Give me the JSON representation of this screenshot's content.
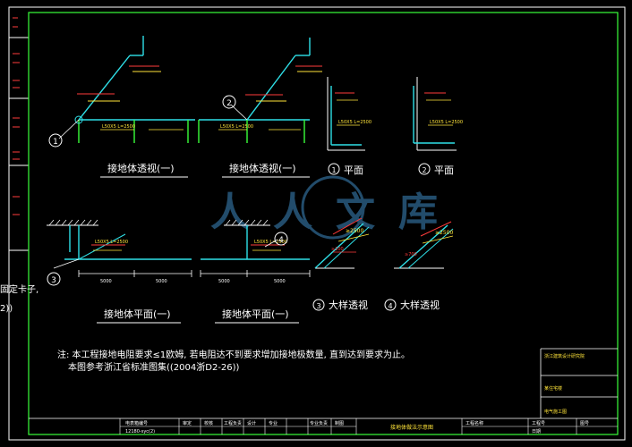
{
  "colors": {
    "background": "#000000",
    "frame": "#ffffff",
    "inner_frame": "#39ff3a",
    "pipe": "#2fe0e8",
    "dim": "#ff3b3b",
    "label": "#ffe43a",
    "watermark": "#2b5f86"
  },
  "views": {
    "v1_title": "接地体透视(一)",
    "v2_title": "接地体透视(一)",
    "plan1_title": "接地体平面(一)",
    "plan2_title": "接地体平面(一)",
    "p1_title": "平面",
    "p2_title": "平面",
    "d3_title": "大样透视",
    "d4_title": "大样透视"
  },
  "callouts": {
    "c1": "1",
    "c2": "2",
    "c3": "3",
    "c4": "4",
    "p1": "1",
    "p2": "2",
    "d3": "3",
    "d4": "4"
  },
  "dims": {
    "d1": "5000",
    "d2": "5000",
    "d3": "5000",
    "d4": "5000",
    "angle1": "L50X5 L=2500",
    "angle2": "L50X5 L=2500",
    "angle3": "L50X5 L=2500",
    "angle4": "L50X5 L=2500",
    "h1": "≥700",
    "h2": "≥100",
    "slope1": "≥2500",
    "slope2": "≥2500"
  },
  "side_text": {
    "line1": "固定卡子,",
    "line2": "2))"
  },
  "notes": {
    "line1": "注: 本工程接地电阻要求≤1欧姆, 若电阻达不到要求增加接地极数量, 直到达到要求为止。",
    "line2": "本图参考浙江省标准图集((2004浙D2-26))"
  },
  "watermark": {
    "text": "人人文库"
  },
  "title_block": {
    "cell1": "电表箱编号",
    "cell2": "12180-syc(2)",
    "cell3": "审定",
    "cell4": "校核",
    "cell5": "工程负责",
    "cell6": "设计",
    "cell7": "专业",
    "cell8": "专业负责",
    "cell9": "制图",
    "drawing_name": "接地体做法示意图",
    "proj_label": "工程名称",
    "proj_no_label": "工程号",
    "sheet_label": "图号",
    "date_label": "日期",
    "right1": "浙江建筑设计研究院",
    "right2": "某住宅楼",
    "right3": "电气施工图"
  }
}
